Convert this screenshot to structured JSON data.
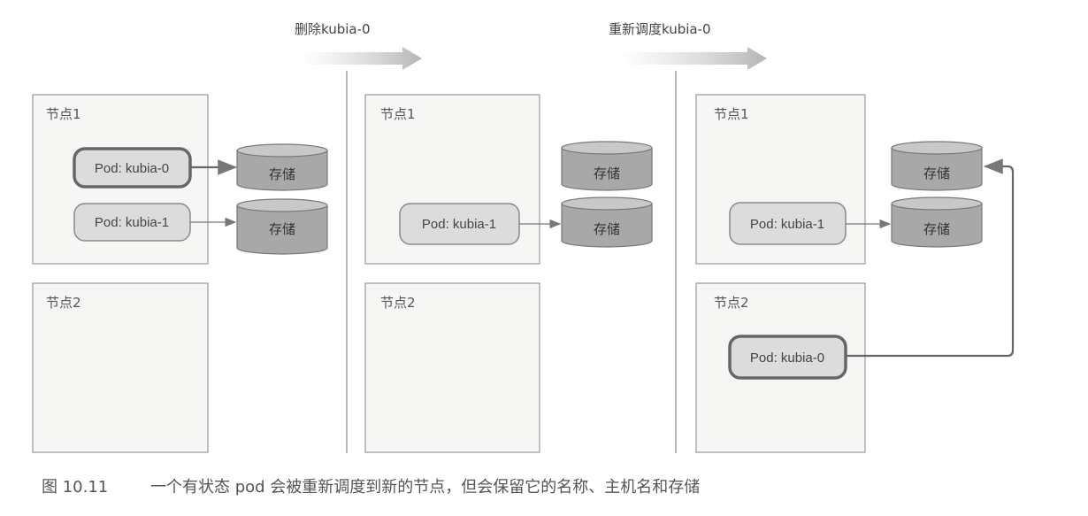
{
  "steps": {
    "delete_label": "删除kubia-0",
    "reschedule_label": "重新调度kubia-0"
  },
  "labels": {
    "node1": "节点1",
    "node2": "节点2",
    "pod0": "Pod: kubia-0",
    "pod1": "Pod: kubia-1",
    "storage": "存储"
  },
  "caption": {
    "number": "图 10.11",
    "text": "一个有状态 pod 会被重新调度到新的节点，但会保留它的名称、主机名和存储"
  },
  "colors": {
    "pod_fill": "#dcdcdc",
    "storage_fill": "#a8a8a8",
    "node_fill": "#f6f6f4"
  }
}
